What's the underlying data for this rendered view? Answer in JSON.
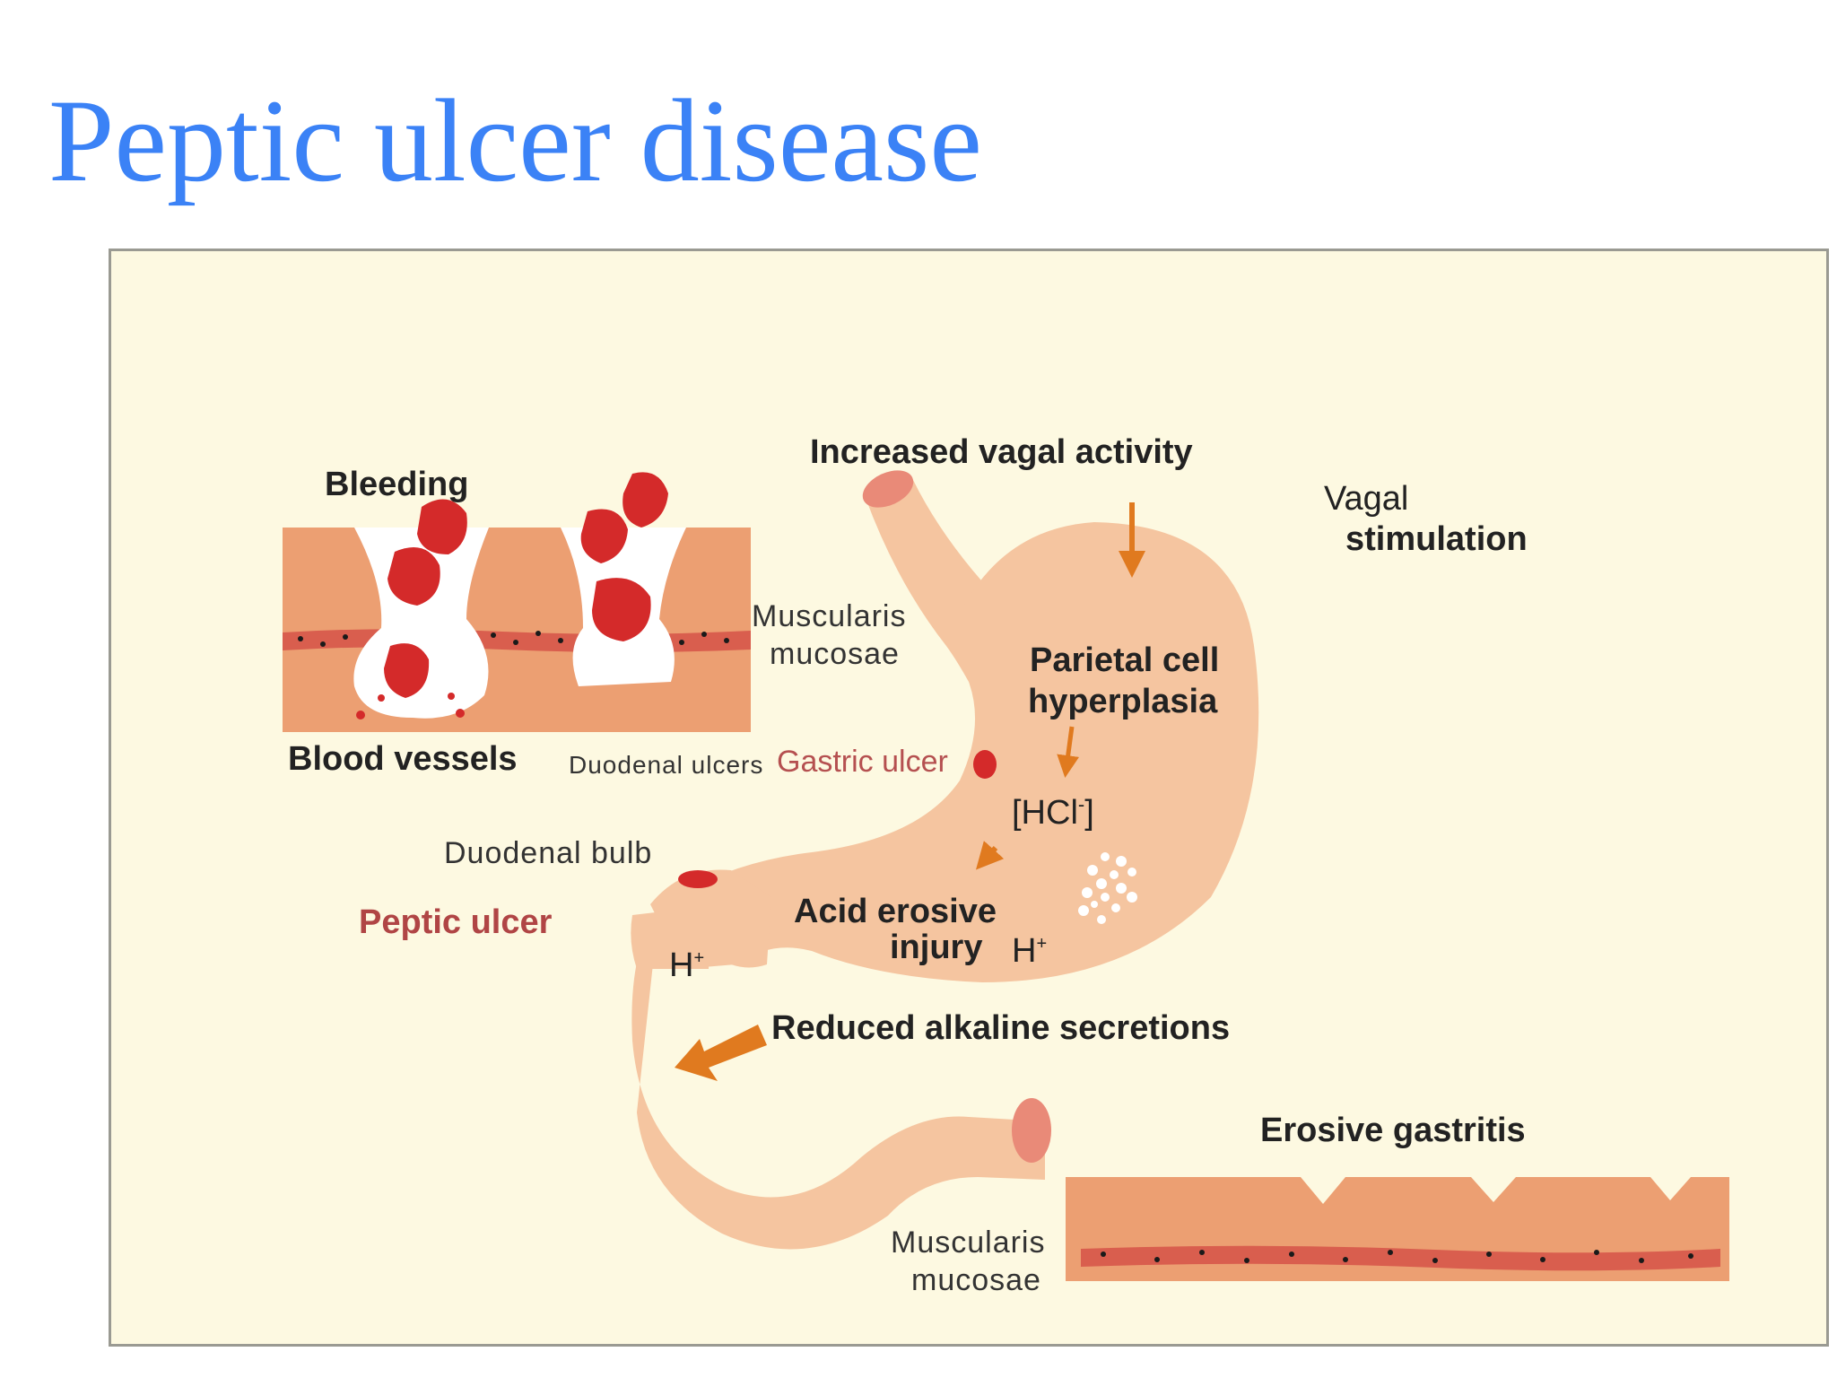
{
  "title": "Peptic ulcer disease",
  "labels": {
    "bleeding": "Bleeding",
    "blood_vessels": "Blood vessels",
    "duodenal_ulcers": "Duodenal ulcers",
    "gastric_ulcer": "Gastric ulcer",
    "muscularis_top_1": "Muscularis",
    "muscularis_top_2": "mucosae",
    "increased_vagal": "Increased  vagal  activity",
    "vagal_1": "Vagal",
    "vagal_2": "stimulation",
    "parietal_1": "Parietal cell",
    "parietal_2": "hyperplasia",
    "hcl": "[HCl",
    "hcl_sup": "-",
    "hcl_close": "]",
    "duodenal_bulb": "Duodenal bulb",
    "peptic_ulcer": "Peptic  ulcer",
    "acid_1": "Acid erosive",
    "acid_2": "injury",
    "h_plus_1": "H",
    "h_plus_2": "H",
    "plus_sign": "+",
    "reduced_alkaline": "Reduced alkaline secretions",
    "erosive_gastritis": "Erosive gastritis",
    "muscularis_bottom_1": "Muscularis",
    "muscularis_bottom_2": "mucosae"
  },
  "colors": {
    "title": "#3b82f6",
    "panel_bg": "#fdf9e1",
    "stomach": "#f5c5a0",
    "mucosa_tissue": "#ec9f72",
    "ulcer_red": "#d42a2a",
    "arrow_orange": "#e07a1f"
  }
}
